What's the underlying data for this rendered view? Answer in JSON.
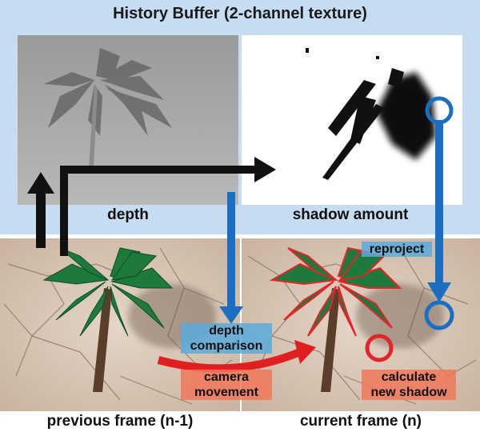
{
  "title": "History Buffer (2-channel texture)",
  "labels": {
    "depth": "depth",
    "shadow_amount": "shadow amount",
    "previous_frame": "previous frame (n-1)",
    "current_frame": "current frame (n)"
  },
  "annotations": {
    "reproject": "reproject",
    "depth_comparison_1": "depth",
    "depth_comparison_2": "comparison",
    "camera_movement_1": "camera",
    "camera_movement_2": "movement",
    "calculate_new_shadow_1": "calculate",
    "calculate_new_shadow_2": "new shadow"
  },
  "colors": {
    "panel_background": "#c6dcf0",
    "flow_arrow_blue": "#1c6fc0",
    "flow_arrow_black": "#111111",
    "camera_arrow_red": "#e02020",
    "highlight_red": "#e3252a",
    "label_blue": "#5aaadc",
    "label_red": "#f0785a"
  }
}
